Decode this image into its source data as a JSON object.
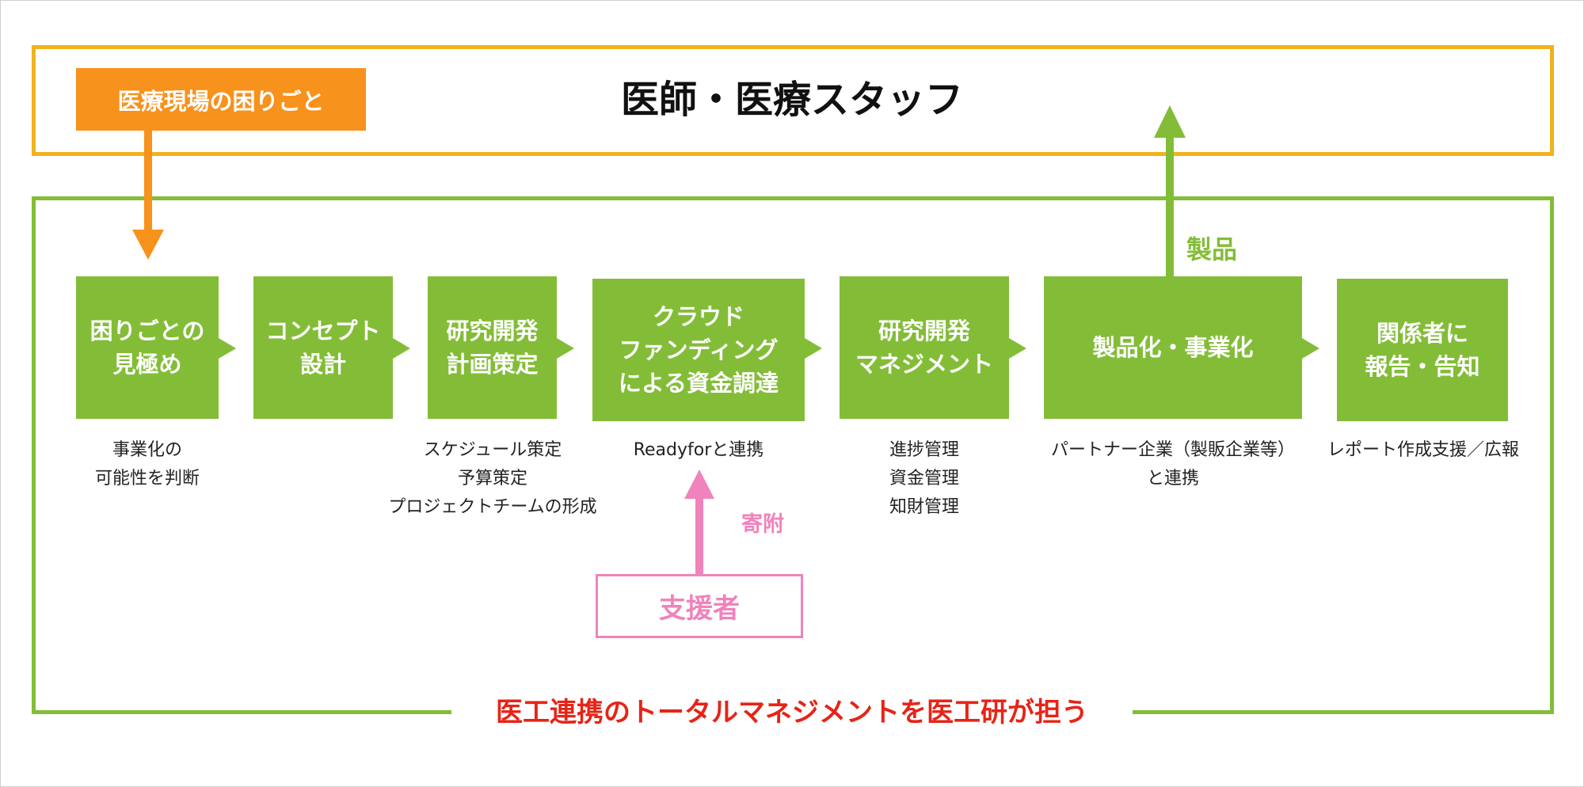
{
  "header": {
    "title": "医師・医療スタッフ",
    "problem": "医療現場の困りごと"
  },
  "steps": [
    {
      "label": "困りごとの\n見極め",
      "desc": "事業化の\n可能性を判断"
    },
    {
      "label": "コンセプト\n設計",
      "desc": ""
    },
    {
      "label": "研究開発\n計画策定",
      "desc": "スケジュール策定\n予算策定\nプロジェクトチームの形成"
    },
    {
      "label": "クラウド\nファンディング\nによる資金調達",
      "desc": "Readyforと連携"
    },
    {
      "label": "研究開発\nマネジメント",
      "desc": "進捗管理\n資金管理\n知財管理"
    },
    {
      "label": "製品化・事業化",
      "desc": "パートナー企業（製販企業等）\nと連携"
    },
    {
      "label": "関係者に\n報告・告知",
      "desc": "レポート作成支援／広報"
    }
  ],
  "product_label": "製品",
  "donation_label": "寄附",
  "supporter": "支援者",
  "footer_label": "医工連携のトータルマネジメントを医工研が担う",
  "colors": {
    "orange": "#f7921c",
    "yellow_border": "#f1b31c",
    "green": "#83bd38",
    "pink": "#f083bb",
    "red_text": "#e62417"
  }
}
